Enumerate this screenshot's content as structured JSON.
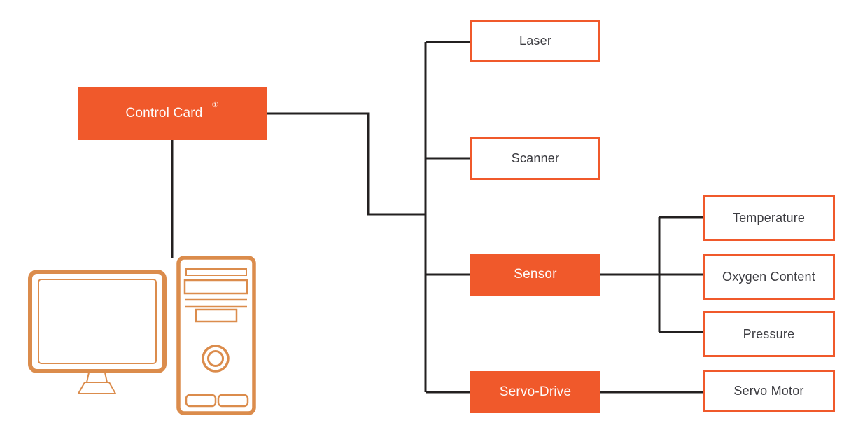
{
  "diagram": {
    "nodes": {
      "control_card": {
        "label": "Control Card",
        "superscript": "①",
        "style": "filled"
      },
      "laser": {
        "label": "Laser",
        "style": "outlined"
      },
      "scanner": {
        "label": "Scanner",
        "style": "outlined"
      },
      "sensor": {
        "label": "Sensor",
        "style": "filled"
      },
      "servo_drive": {
        "label": "Servo-Drive",
        "style": "filled"
      },
      "temperature": {
        "label": "Temperature",
        "style": "outlined"
      },
      "oxygen_content": {
        "label": "Oxygen Content",
        "style": "outlined"
      },
      "pressure": {
        "label": "Pressure",
        "style": "outlined"
      },
      "servo_motor": {
        "label": "Servo Motor",
        "style": "outlined"
      }
    },
    "edges": [
      {
        "from": "control_card",
        "to": "laser"
      },
      {
        "from": "control_card",
        "to": "scanner"
      },
      {
        "from": "control_card",
        "to": "sensor"
      },
      {
        "from": "control_card",
        "to": "servo_drive"
      },
      {
        "from": "control_card",
        "to": "computer"
      },
      {
        "from": "sensor",
        "to": "temperature"
      },
      {
        "from": "sensor",
        "to": "oxygen_content"
      },
      {
        "from": "sensor",
        "to": "pressure"
      },
      {
        "from": "servo_drive",
        "to": "servo_motor"
      }
    ],
    "icons": {
      "computer": "desktop-pc-line-art (monitor and tower)"
    },
    "colors": {
      "accent_orange": "#F0592B",
      "connector_line": "#232020",
      "computer_art_orange": "#DB8C4C",
      "text_dark": "#3C3C41",
      "text_light": "#FDFBFA",
      "background": "#FFFFFF"
    }
  }
}
